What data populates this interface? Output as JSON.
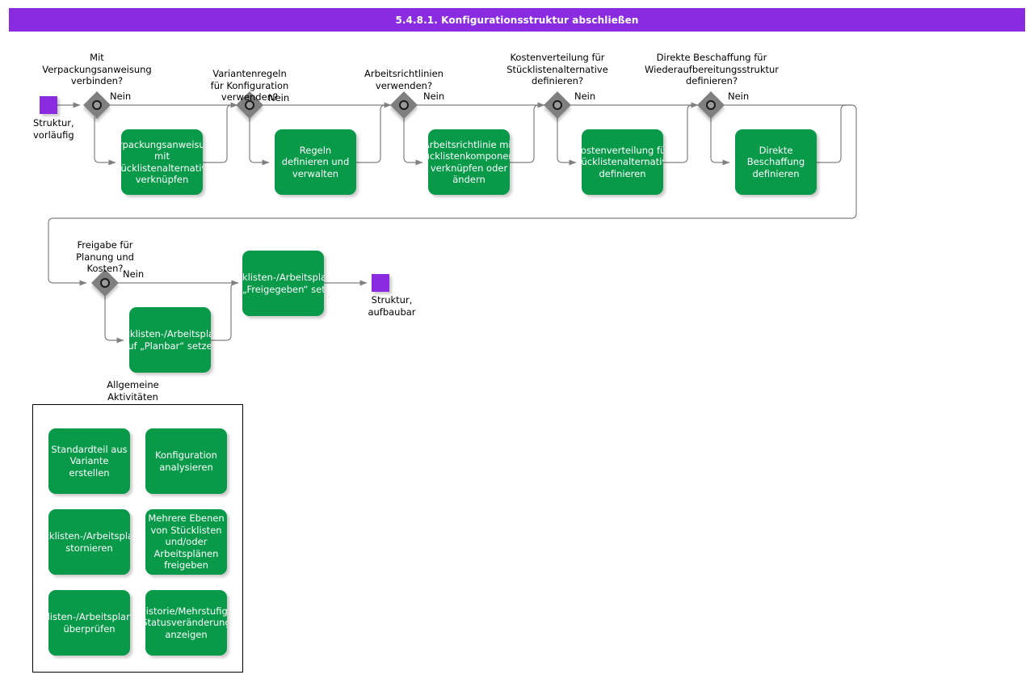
{
  "header": {
    "title": "5.4.8.1. Konfigurationsstruktur abschließen",
    "bar_color": "#8a2be2"
  },
  "colors": {
    "task_green": "#089949",
    "event_purple": "#8a2be2",
    "gateway_gray": "#7f7f7f",
    "connector_gray": "#808080",
    "text_dark": "#000000",
    "task_text": "#ffffff"
  },
  "events": [
    {
      "id": "start",
      "label": "Struktur,\nvorläufig"
    },
    {
      "id": "end",
      "label": "Struktur,\naufbaubar"
    }
  ],
  "gateways": [
    {
      "id": "gw1",
      "question": "Mit\nVerpackungsanweisung\nverbinden?",
      "no_label": "Nein"
    },
    {
      "id": "gw2",
      "question": "Variantenregeln\nfür Konfiguration\nverwenden?",
      "no_label": "Nein"
    },
    {
      "id": "gw3",
      "question": "Arbeitsrichtlinien\nverwenden?",
      "no_label": "Nein"
    },
    {
      "id": "gw4",
      "question": "Kostenverteilung für\nStücklistenalternative\ndefinieren?",
      "no_label": "Nein"
    },
    {
      "id": "gw5",
      "question": "Direkte Beschaffung für\nWiederaufbereitungsstruktur\ndefinieren?",
      "no_label": "Nein"
    },
    {
      "id": "gw6",
      "question": "Freigabe für\nPlanung und\nKosten?",
      "no_label": "Nein"
    }
  ],
  "tasks": [
    {
      "id": "t1",
      "label": "Verpackungsanweisung mit Stücklistenalternative verknüpfen"
    },
    {
      "id": "t2",
      "label": "Regeln definieren und verwalten"
    },
    {
      "id": "t3",
      "label": "Arbeitsrichtlinie mit Stücklistenkomponente verknüpfen oder ändern"
    },
    {
      "id": "t4",
      "label": "Kostenverteilung für Stücklistenalternative definieren"
    },
    {
      "id": "t5",
      "label": "Direkte Beschaffung definieren"
    },
    {
      "id": "t6",
      "label": "Stücklisten-/Arbeitsplanalternative auf „Planbar“ setzen"
    },
    {
      "id": "t7",
      "label": "Stücklisten-/Arbeitsplanalternative auf „Freigegeben“ setzen"
    }
  ],
  "generic_activities": {
    "title": "Allgemeine\nAktivitäten",
    "items": [
      {
        "id": "g1",
        "label": "Standardteil aus Variante erstellen"
      },
      {
        "id": "g2",
        "label": "Konfiguration analysieren"
      },
      {
        "id": "g3",
        "label": "Stücklisten-/Arbeitsplanalternative stornieren"
      },
      {
        "id": "g4",
        "label": "Mehrere Ebenen von Stücklisten und/oder Arbeitsplänen freigeben"
      },
      {
        "id": "g5",
        "label": "Stücklisten-/Arbeitsplan/Strukturalternative überprüfen"
      },
      {
        "id": "g6",
        "label": "Historie/Mehrstufige Statusveränderung anzeigen"
      }
    ]
  }
}
